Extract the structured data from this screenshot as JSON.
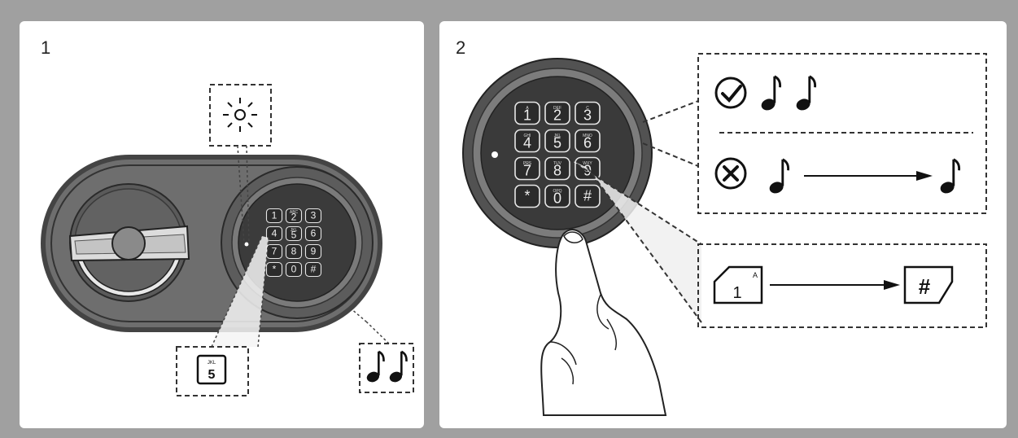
{
  "colors": {
    "frame": "#a0a0a0",
    "panel": "#ffffff",
    "lock_body": "#666666",
    "keypad": "#3a3a3a",
    "outline": "#222222"
  },
  "panel1": {
    "step_number": "1",
    "keys": [
      {
        "main": "1",
        "sub": ""
      },
      {
        "main": "2",
        "sub": "ABC"
      },
      {
        "main": "3",
        "sub": ""
      },
      {
        "main": "4",
        "sub": ""
      },
      {
        "main": "5",
        "sub": "JKL"
      },
      {
        "main": "6",
        "sub": ""
      },
      {
        "main": "7",
        "sub": ""
      },
      {
        "main": "8",
        "sub": ""
      },
      {
        "main": "9",
        "sub": ""
      },
      {
        "main": "*",
        "sub": ""
      },
      {
        "main": "0",
        "sub": ""
      },
      {
        "main": "#",
        "sub": ""
      }
    ],
    "callout_key": {
      "main": "5",
      "sub": "JKL"
    },
    "icons": [
      "light-burst-icon",
      "music-note-icon",
      "music-note-icon"
    ]
  },
  "panel2": {
    "step_number": "2",
    "keys": [
      {
        "main": "1",
        "sub": "A"
      },
      {
        "main": "2",
        "sub": "DEF"
      },
      {
        "main": "3",
        "sub": "C"
      },
      {
        "main": "4",
        "sub": "GHI"
      },
      {
        "main": "5",
        "sub": "JKL"
      },
      {
        "main": "6",
        "sub": "MNO"
      },
      {
        "main": "7",
        "sub": "PRS"
      },
      {
        "main": "8",
        "sub": "TUV"
      },
      {
        "main": "9",
        "sub": "WXY"
      },
      {
        "main": "*",
        "sub": ""
      },
      {
        "main": "0",
        "sub": "OPQ"
      },
      {
        "main": "#",
        "sub": ""
      }
    ],
    "callout_start_key": {
      "main": "1",
      "sub": "A"
    },
    "callout_end_key": {
      "main": "#"
    },
    "icons": [
      "check-circle-icon",
      "music-note-icon",
      "music-note-icon",
      "cross-circle-icon",
      "music-note-icon",
      "arrow-right-icon",
      "music-note-icon",
      "hand-icon"
    ]
  }
}
